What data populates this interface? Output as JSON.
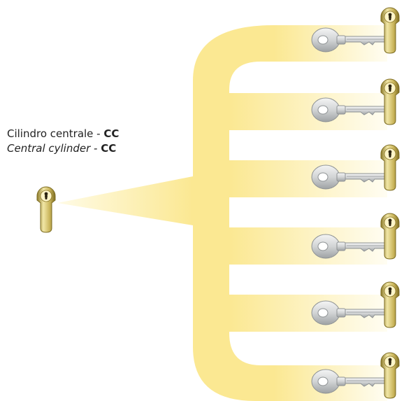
{
  "central_label": {
    "line1_text": "Cilindro centrale - ",
    "line1_code": "CC",
    "line2_text": "Central cylinder - ",
    "line2_code": "CC"
  },
  "colors": {
    "bracket": "#fbe892",
    "bracket_fade": "#fffbe6",
    "brass": "#c9b45a",
    "brass_dark": "#8c7a2a",
    "brass_light": "#f1e6a6",
    "key_silver": "#d7d9da",
    "key_dark": "#8e9294"
  },
  "branches": [
    {
      "icon": "key-icon",
      "cylinder": "cylinder-icon"
    },
    {
      "icon": "key-icon",
      "cylinder": "cylinder-icon"
    },
    {
      "icon": "key-icon",
      "cylinder": "cylinder-icon"
    },
    {
      "icon": "key-icon",
      "cylinder": "cylinder-icon"
    },
    {
      "icon": "key-icon",
      "cylinder": "cylinder-icon"
    },
    {
      "icon": "key-icon",
      "cylinder": "cylinder-icon"
    }
  ]
}
